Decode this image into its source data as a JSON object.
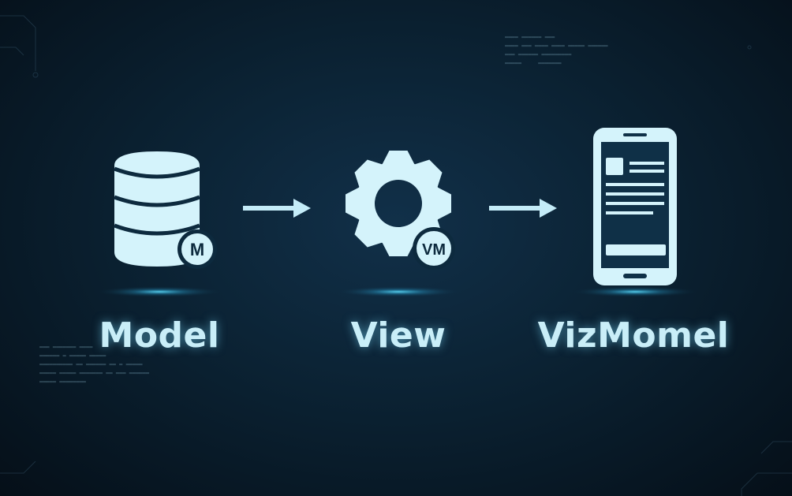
{
  "diagram": {
    "nodes": [
      {
        "id": "model",
        "label": "Model",
        "icon": "database-icon",
        "badge": "M"
      },
      {
        "id": "view",
        "label": "View",
        "icon": "gear-icon",
        "badge": "VM"
      },
      {
        "id": "vizmomel",
        "label": "VizMomel",
        "icon": "smartphone-icon"
      }
    ],
    "edges": [
      {
        "from": "model",
        "to": "view"
      },
      {
        "from": "view",
        "to": "vizmomel"
      }
    ]
  },
  "colors": {
    "icon": "#d4f3fb",
    "background": "#0b2233",
    "glow": "#3fd0ff"
  }
}
